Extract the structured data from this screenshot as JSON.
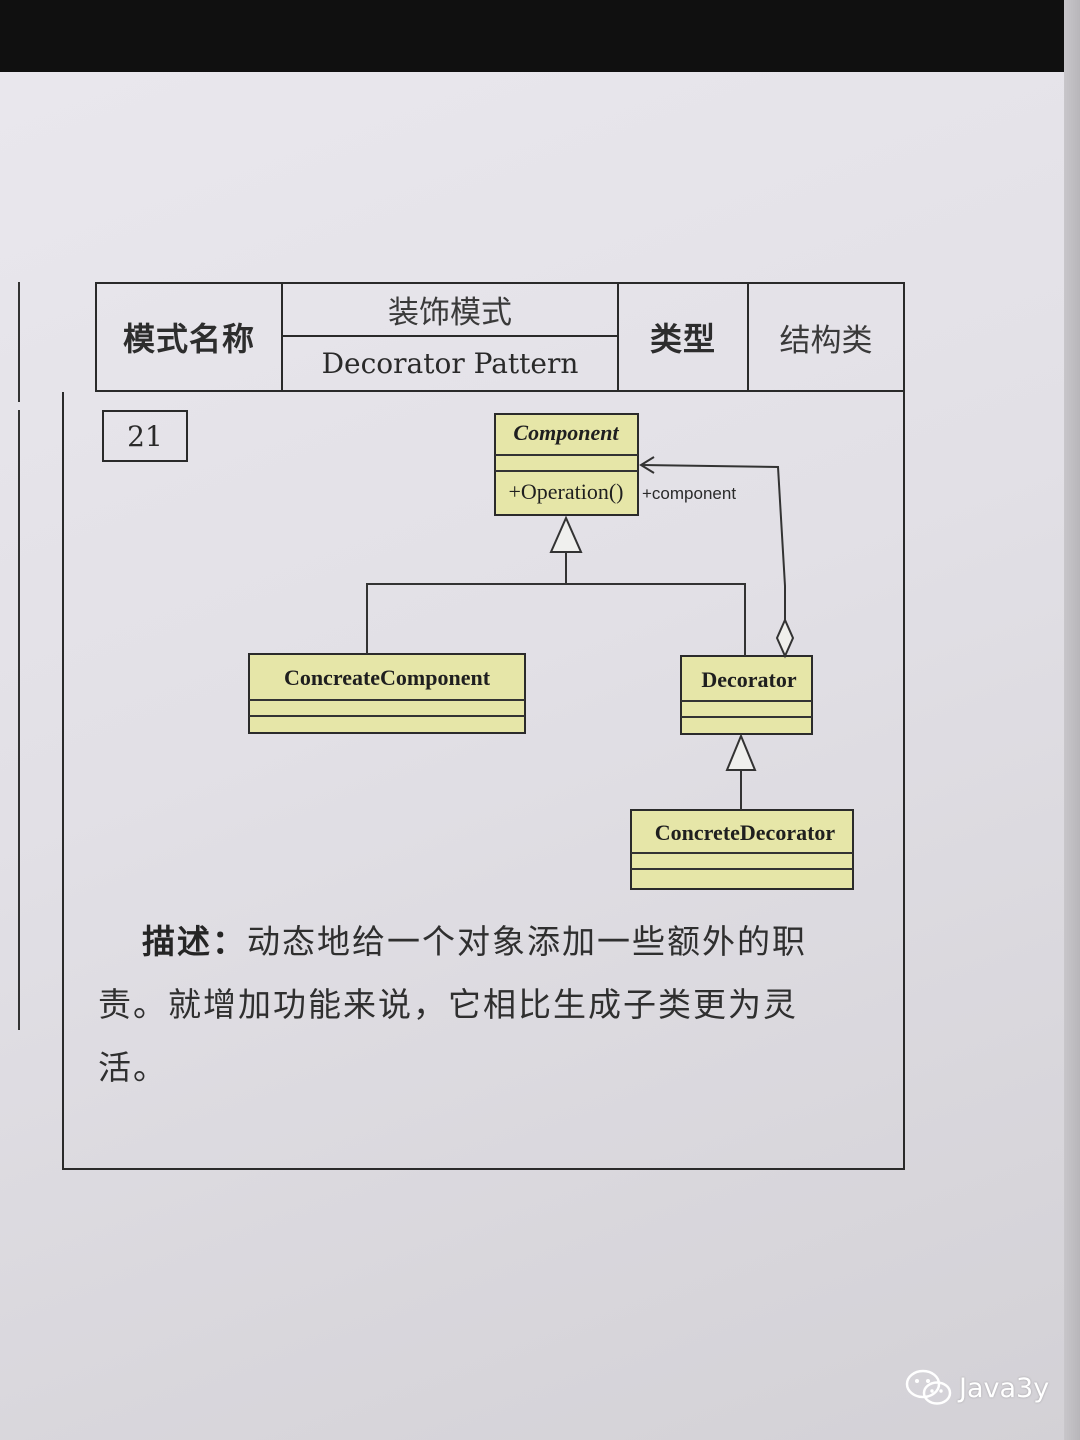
{
  "header": {
    "name_label": "模式名称",
    "name_cn": "装饰模式",
    "name_en": "Decorator Pattern",
    "type_label": "类型",
    "type_value": "结构类"
  },
  "index": "21",
  "uml": {
    "classes": [
      {
        "id": "component",
        "name": "Component",
        "abstract": true,
        "operation": "+Operation()"
      },
      {
        "id": "concrete_component",
        "name": "ConcreateComponent",
        "abstract": false,
        "operation": ""
      },
      {
        "id": "decorator",
        "name": "Decorator",
        "abstract": false,
        "operation": ""
      },
      {
        "id": "concrete_decorator",
        "name": "ConcreteDecorator",
        "abstract": false,
        "operation": ""
      }
    ],
    "relations": [
      {
        "type": "generalization",
        "from": "concrete_component",
        "to": "component"
      },
      {
        "type": "generalization",
        "from": "decorator",
        "to": "component"
      },
      {
        "type": "generalization",
        "from": "concrete_decorator",
        "to": "decorator"
      },
      {
        "type": "aggregation",
        "from": "decorator",
        "to": "component",
        "role": "+component"
      }
    ]
  },
  "description": {
    "lead": "描述：",
    "line1": "动态地给一个对象添加一些额外的职",
    "line2": "责。就增加功能来说，它相比生成子类更为灵",
    "line3": "活。"
  },
  "watermark": {
    "text": "Java3y",
    "icon": "wechat-icon"
  },
  "colors": {
    "class_fill": "#e6e6a8",
    "paper": "#e4e2e8"
  }
}
